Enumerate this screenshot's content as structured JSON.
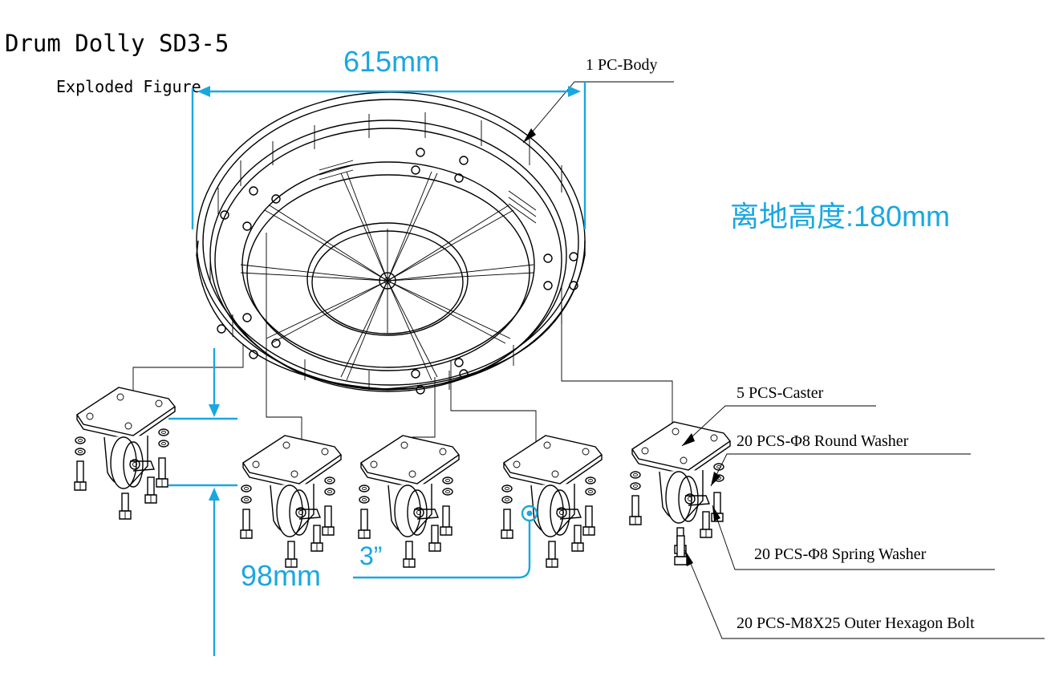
{
  "title": "Drum Dolly SD3-5",
  "subtitle": "Exploded Figure",
  "accent_color": "#1aa7e0",
  "dimensions": {
    "width": "615mm",
    "ground_clearance": "离地高度:180mm",
    "caster_height": "98mm",
    "wheel_size": "3”"
  },
  "parts": {
    "body": "1 PC-Body",
    "caster": "5 PCS-Caster",
    "round_washer": "20 PCS-Φ8 Round Washer",
    "spring_washer": "20 PCS-Φ8 Spring Washer",
    "bolt": "20 PCS-M8X25 Outer Hexagon Bolt"
  },
  "icons": [
    "dolly-body-icon",
    "caster-icon",
    "bolt-icon",
    "washer-icon"
  ]
}
